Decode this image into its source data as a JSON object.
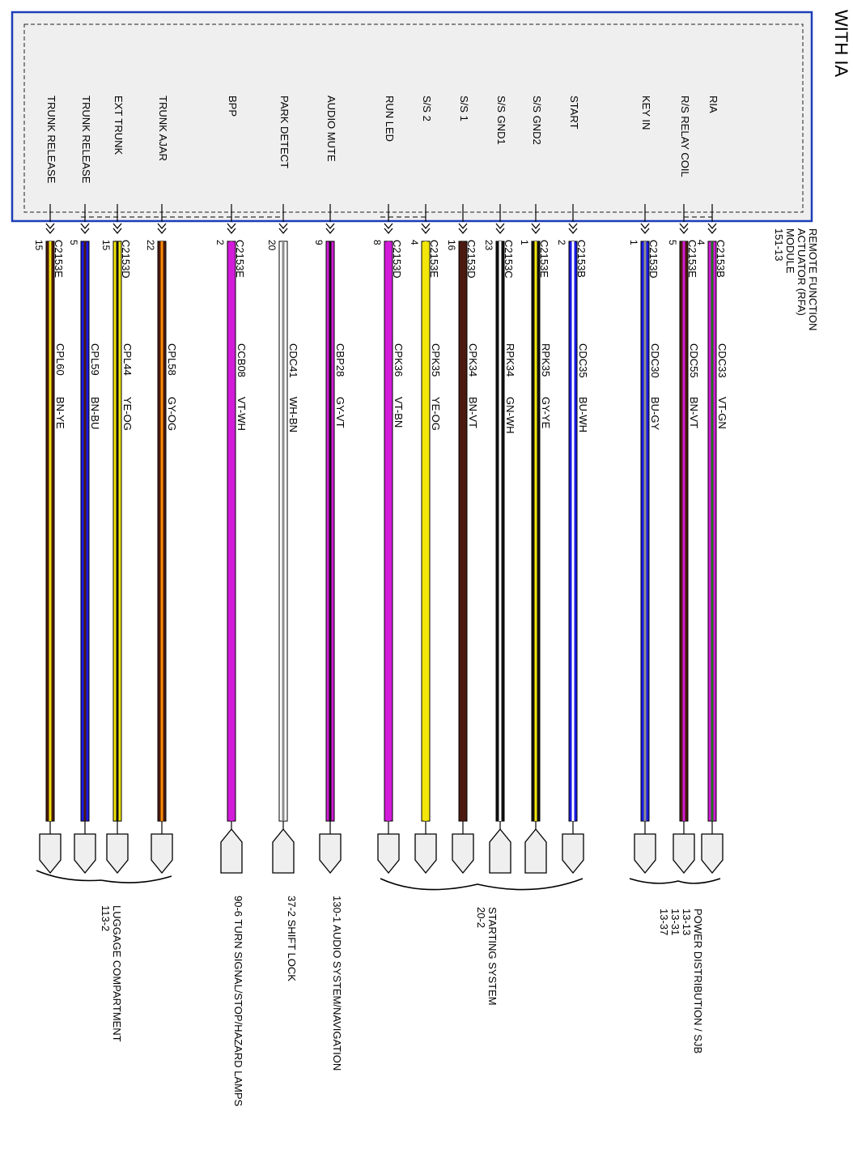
{
  "page": {
    "variant": "WITH IA"
  },
  "module": {
    "name_lines": [
      "REMOTE FUNCTION",
      "ACTUATOR (RFA)",
      "MODULE",
      "151-13"
    ]
  },
  "colors": {
    "module_border": "#1c3fb8",
    "module_fill": "#efefef",
    "VT": "#d21bd8",
    "BN": "#4a1a10",
    "BU": "#1a1ae6",
    "YE": "#f2e60a",
    "WH": "#ffffff",
    "GN": "#1f6f1f",
    "GY": "#8c8c8c",
    "OG": "#ff8c00",
    "BK": "#111111"
  },
  "wires": [
    {
      "id": "ria",
      "pin_label": "RIA",
      "pin_no": "4",
      "connector": "C2153B",
      "circuit": "CDC33",
      "color_code": "VT-GN",
      "main": "VT",
      "stripe": "GN"
    },
    {
      "id": "rs-relay-coil",
      "pin_label": "R/S RELAY COIL",
      "pin_no": "5",
      "connector": "C2153E",
      "circuit": "CDC55",
      "color_code": "BN-VT",
      "main": "BN",
      "stripe": "VT"
    },
    {
      "id": "key-in",
      "pin_label": "KEY IN",
      "pin_no": "1",
      "connector": "C2153D",
      "circuit": "CDC30",
      "color_code": "BU-GY",
      "main": "BU",
      "stripe": "GY"
    },
    {
      "id": "start",
      "pin_label": "START",
      "pin_no": "2",
      "connector": "C2153B",
      "circuit": "CDC35",
      "color_code": "BU-WH",
      "main": "BU",
      "stripe": "WH"
    },
    {
      "id": "ss-gnd2",
      "pin_label": "S/S GND2",
      "pin_no": "1",
      "connector": "C2153E",
      "circuit": "RPK35",
      "color_code": "GY-YE",
      "main": "BK",
      "stripe": "YE"
    },
    {
      "id": "ss-gnd1",
      "pin_label": "S/S GND1",
      "pin_no": "23",
      "connector": "C2153C",
      "circuit": "RPK34",
      "color_code": "GN-WH",
      "main": "BK",
      "stripe": "WH"
    },
    {
      "id": "ss-1",
      "pin_label": "S/S 1",
      "pin_no": "16",
      "connector": "C2153D",
      "circuit": "CPK34",
      "color_code": "BN-VT",
      "main": "BN",
      "stripe": "BN"
    },
    {
      "id": "ss-2",
      "pin_label": "S/S 2",
      "pin_no": "4",
      "connector": "C2153E",
      "circuit": "CPK35",
      "color_code": "YE-OG",
      "main": "YE",
      "stripe": "YE"
    },
    {
      "id": "run-led",
      "pin_label": "RUN LED",
      "pin_no": "8",
      "connector": "C2153D",
      "circuit": "CPK36",
      "color_code": "VT-BN",
      "main": "VT",
      "stripe": "VT"
    },
    {
      "id": "audio-mute",
      "pin_label": "AUDIO MUTE",
      "pin_no": "9",
      "connector": "",
      "circuit": "CBP28",
      "color_code": "GY-VT",
      "main": "VT",
      "stripe": "BK"
    },
    {
      "id": "park-detect",
      "pin_label": "PARK DETECT",
      "pin_no": "20",
      "connector": "",
      "circuit": "CDC41",
      "color_code": "WH-BN",
      "main": "WH",
      "stripe": "GY"
    },
    {
      "id": "bpp",
      "pin_label": "BPP",
      "pin_no": "2",
      "connector": "C2153E",
      "circuit": "CCB08",
      "color_code": "VT-WH",
      "main": "VT",
      "stripe": "VT"
    },
    {
      "id": "trunk-ajar",
      "pin_label": "TRUNK AJAR",
      "pin_no": "22",
      "connector": "",
      "circuit": "CPL58",
      "color_code": "GY-OG",
      "main": "BN",
      "stripe": "OG"
    },
    {
      "id": "ext-trunk",
      "pin_label": "EXT TRUNK",
      "pin_no": "15",
      "connector": "C2153D",
      "circuit": "CPL44",
      "color_code": "YE-OG",
      "main": "YE",
      "stripe": "BK"
    },
    {
      "id": "trunk-release-1",
      "pin_label": "TRUNK RELEASE",
      "pin_no": "5",
      "connector": "",
      "circuit": "CPL59",
      "color_code": "BN-BU",
      "main": "BU",
      "stripe": "BN"
    },
    {
      "id": "trunk-release-2",
      "pin_label": "TRUNK RELEASE",
      "pin_no": "15",
      "connector": "C2153E",
      "circuit": "CPL60",
      "color_code": "BN-YE",
      "main": "BN",
      "stripe": "YE"
    }
  ],
  "destinations": [
    {
      "id": "power-distribution",
      "lines": [
        "POWER DISTRIBUTION / SJB",
        "13-13",
        "13-31",
        "13-37"
      ]
    },
    {
      "id": "starting-system",
      "lines": [
        "STARTING SYSTEM",
        "20-2"
      ]
    },
    {
      "id": "audio-system",
      "lines": [
        "130-1  AUDIO SYSTEM/NAVIGATION"
      ]
    },
    {
      "id": "shift-lock",
      "lines": [
        "37-2  SHIFT LOCK"
      ]
    },
    {
      "id": "turn-signal",
      "lines": [
        "90-6  TURN SIGNAL/STOP/HAZARD LAMPS"
      ]
    },
    {
      "id": "luggage-compartment",
      "lines": [
        "LUGGAGE COMPARTMENT",
        "113-2"
      ]
    }
  ]
}
